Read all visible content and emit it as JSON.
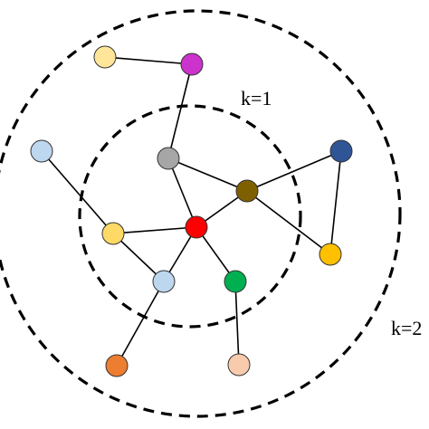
{
  "rings": [
    {
      "id": "inner",
      "label": "k=1"
    },
    {
      "id": "outer",
      "label": "k=2"
    }
  ],
  "nodes": [
    {
      "id": "center",
      "color": "#ff0000"
    },
    {
      "id": "brown",
      "color": "#7f6000"
    },
    {
      "id": "gray",
      "color": "#a6a6a6"
    },
    {
      "id": "yellow-left",
      "color": "#ffd966"
    },
    {
      "id": "lightblue-bottom",
      "color": "#bdd7ee"
    },
    {
      "id": "green",
      "color": "#00b050"
    },
    {
      "id": "magenta",
      "color": "#cc33cc"
    },
    {
      "id": "cream",
      "color": "#ffe699"
    },
    {
      "id": "lightblue-left",
      "color": "#bdd7ee"
    },
    {
      "id": "navy",
      "color": "#2f5597"
    },
    {
      "id": "gold",
      "color": "#ffc000"
    },
    {
      "id": "orange",
      "color": "#ed7d31"
    },
    {
      "id": "peach",
      "color": "#f8cbad"
    }
  ],
  "edges": [
    [
      "cream",
      "magenta"
    ],
    [
      "magenta",
      "gray"
    ],
    [
      "gray",
      "brown"
    ],
    [
      "gray",
      "center"
    ],
    [
      "brown",
      "center"
    ],
    [
      "brown",
      "navy"
    ],
    [
      "brown",
      "gold"
    ],
    [
      "navy",
      "gold"
    ],
    [
      "lightblue-left",
      "yellow-left"
    ],
    [
      "yellow-left",
      "center"
    ],
    [
      "yellow-left",
      "lightblue-bottom"
    ],
    [
      "center",
      "lightblue-bottom"
    ],
    [
      "center",
      "green"
    ],
    [
      "lightblue-bottom",
      "orange"
    ],
    [
      "green",
      "peach"
    ]
  ]
}
